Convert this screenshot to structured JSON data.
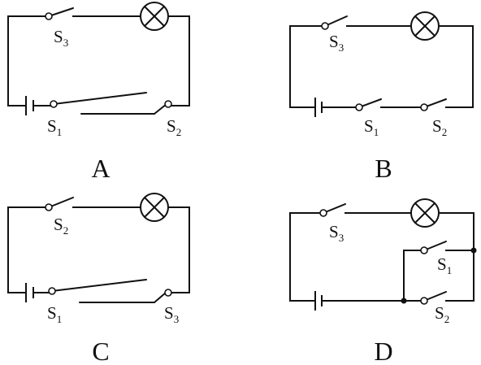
{
  "options": [
    {
      "letter": "A",
      "switches": {
        "top": {
          "main": "S",
          "sub": "3"
        },
        "bl": {
          "main": "S",
          "sub": "1"
        },
        "br": {
          "main": "S",
          "sub": "2"
        }
      }
    },
    {
      "letter": "B",
      "switches": {
        "top": {
          "main": "S",
          "sub": "3"
        },
        "bl": {
          "main": "S",
          "sub": "1"
        },
        "br": {
          "main": "S",
          "sub": "2"
        }
      }
    },
    {
      "letter": "C",
      "switches": {
        "top": {
          "main": "S",
          "sub": "2"
        },
        "bl": {
          "main": "S",
          "sub": "1"
        },
        "br": {
          "main": "S",
          "sub": "3"
        }
      }
    },
    {
      "letter": "D",
      "switches": {
        "top": {
          "main": "S",
          "sub": "3"
        },
        "p1": {
          "main": "S",
          "sub": "1"
        },
        "p2": {
          "main": "S",
          "sub": "2"
        }
      }
    }
  ]
}
